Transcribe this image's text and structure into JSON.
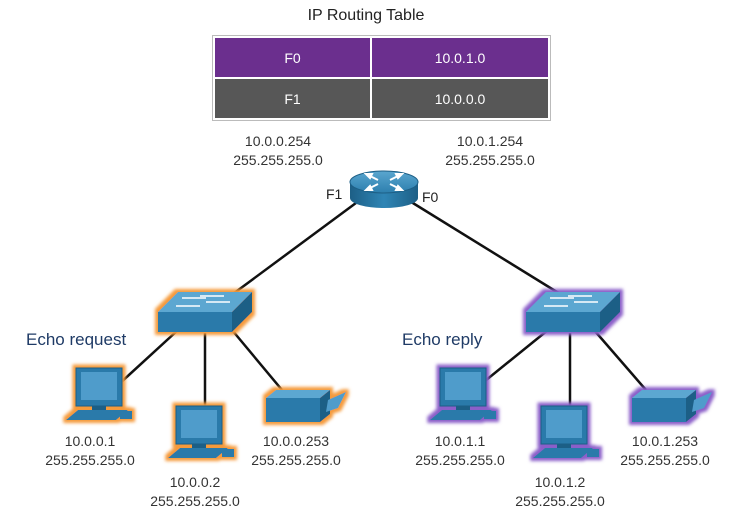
{
  "title": "IP Routing Table",
  "routing_table": {
    "rows": [
      {
        "interface": "F0",
        "network": "10.0.1.0",
        "color": "#6b2f8e"
      },
      {
        "interface": "F1",
        "network": "10.0.0.0",
        "color": "#575757"
      }
    ]
  },
  "router": {
    "f1": {
      "ip": "10.0.0.254",
      "mask": "255.255.255.0",
      "port": "F1"
    },
    "f0": {
      "ip": "10.0.1.254",
      "mask": "255.255.255.0",
      "port": "F0"
    }
  },
  "left_lan": {
    "label": "Echo request",
    "highlight": "#f59a3a",
    "pc1": {
      "ip": "10.0.0.1",
      "mask": "255.255.255.0"
    },
    "pc2": {
      "ip": "10.0.0.2",
      "mask": "255.255.255.0"
    },
    "printer": {
      "ip": "10.0.0.253",
      "mask": "255.255.255.0"
    }
  },
  "right_lan": {
    "label": "Echo reply",
    "highlight": "#8b5fc9",
    "pc1": {
      "ip": "10.0.1.1",
      "mask": "255.255.255.0"
    },
    "pc2": {
      "ip": "10.0.1.2",
      "mask": "255.255.255.0"
    },
    "printer": {
      "ip": "10.0.1.253",
      "mask": "255.255.255.0"
    }
  }
}
